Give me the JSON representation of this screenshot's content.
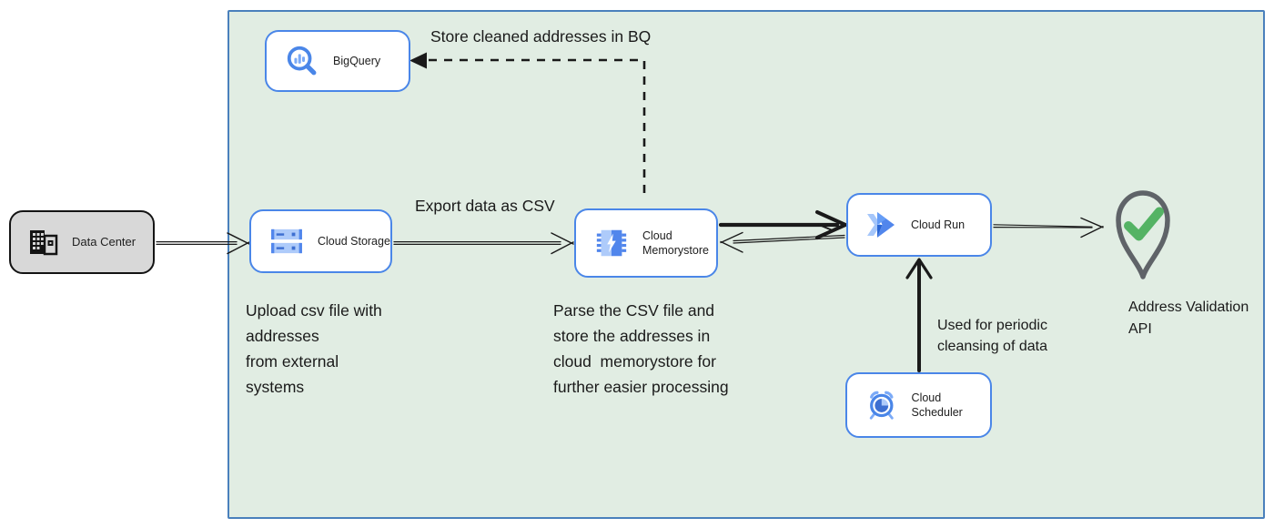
{
  "colors": {
    "container_fill": "#e1ede3",
    "container_border": "#4a80bc",
    "node_border": "#4a86e8",
    "node_fill": "#ffffff",
    "datacenter_fill": "#d8d8d8",
    "arrow_black": "#1a1a1a",
    "icon_blue": "#5186ec",
    "icon_blue_light": "#aecbfa",
    "icon_blue_dark": "#3d6fd1",
    "pin_gray": "#5f6368",
    "check_green": "#54b364"
  },
  "nodes": {
    "data_center": {
      "label": "Data Center"
    },
    "bigquery": {
      "label": "BigQuery"
    },
    "cloud_storage": {
      "label": "Cloud Storage"
    },
    "cloud_memorystore": {
      "label": "Cloud\nMemorystore"
    },
    "cloud_run": {
      "label": "Cloud Run"
    },
    "cloud_scheduler": {
      "label": "Cloud Scheduler"
    },
    "address_validation_api": {
      "label": "Address Validation\nAPI"
    }
  },
  "edge_labels": {
    "store_cleaned_bq": "Store cleaned addresses in BQ",
    "export_csv": "Export data as CSV",
    "periodic_cleansing": "Used for periodic\ncleansing of data"
  },
  "annotations": {
    "upload_csv": "Upload csv file with\naddresses\nfrom external\nsystems",
    "parse_csv": "Parse the CSV file and\nstore the addresses in\ncloud  memorystore for\nfurther easier processing"
  }
}
